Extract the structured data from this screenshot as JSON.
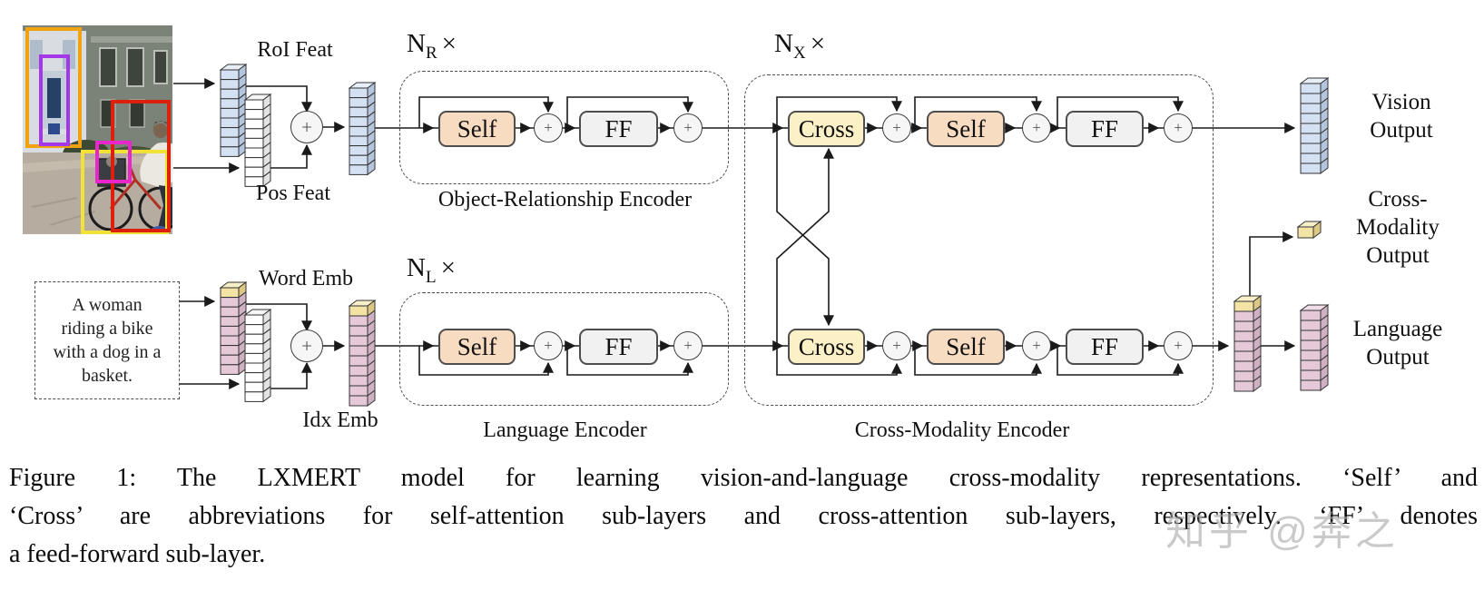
{
  "diagram": {
    "plus": "+",
    "vision_input": {
      "roi_label": "RoI Feat",
      "pos_label": "Pos Feat"
    },
    "language_input": {
      "sentence_lines": [
        "A woman",
        "riding a bike",
        "with a dog in a",
        "basket."
      ],
      "word_label": "Word Emb",
      "idx_label": "Idx Emb"
    },
    "object_encoder": {
      "n_base": "N",
      "n_sub": "R",
      "n_times": "×",
      "self_label": "Self",
      "ff_label": "FF",
      "title": "Object-Relationship Encoder"
    },
    "language_encoder": {
      "n_base": "N",
      "n_sub": "L",
      "n_times": "×",
      "self_label": "Self",
      "ff_label": "FF",
      "title": "Language Encoder"
    },
    "cross_encoder": {
      "n_base": "N",
      "n_sub": "X",
      "n_times": "×",
      "cross_label": "Cross",
      "self_label": "Self",
      "ff_label": "FF",
      "title": "Cross-Modality Encoder"
    },
    "outputs": {
      "vision": [
        "Vision",
        "Output"
      ],
      "cross_modality": [
        "Cross-",
        "Modality",
        "Output"
      ],
      "language": [
        "Language",
        "Output"
      ]
    },
    "colors": {
      "self_block": "#f8dcc2",
      "cross_block": "#fcf0c6",
      "ff_block": "#f1f1f1",
      "vision_feature": "#d3e1f3",
      "position_feature": "#ffffff",
      "language_feature": "#e6c9d9",
      "cls_feature": "#f3e3a4",
      "wire": "#1a1a1a"
    }
  },
  "caption": {
    "lines": [
      "Figure 1:  The LXMERT model for learning vision-and-language cross-modality representations.  ‘Self’ and",
      "‘Cross’ are abbreviations for self-attention sub-layers and cross-attention sub-layers, respectively. ‘FF’ denotes",
      "a feed-forward sub-layer."
    ]
  },
  "watermark": "知乎 @奔之"
}
